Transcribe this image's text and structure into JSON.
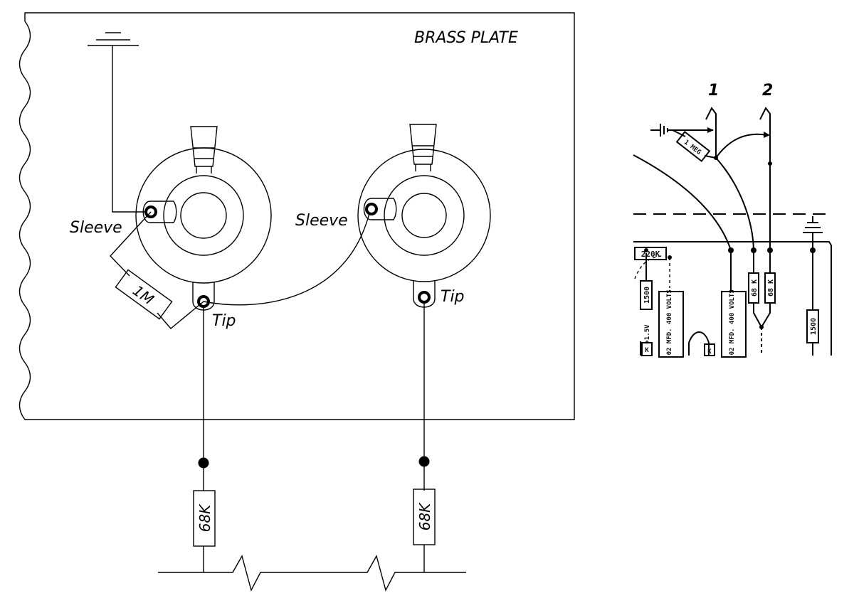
{
  "left_diagram": {
    "plate_label": "BRASS PLATE",
    "jack1": {
      "sleeve_label": "Sleeve",
      "tip_label": "Tip"
    },
    "jack2": {
      "sleeve_label": "Sleeve",
      "tip_label": "Tip"
    },
    "resistor_1m": "1M",
    "resistor_68k_a": "68K",
    "resistor_68k_b": "68K"
  },
  "schematic_excerpt": {
    "jack_1": "1",
    "jack_2": "2",
    "r_1meg": "1 MEG",
    "r_220k": "220K",
    "r_1500_left": "1500",
    "r_68k_a": "68 K",
    "r_68k_b": "68 K",
    "r_1500_right": "1500",
    "cap_left": ".02 MFD. 400 VOLTS",
    "cap_right": ".02 MFD. 400 VOLTS",
    "supply": "+1.5V",
    "k_left": "K",
    "k_mid": "K"
  }
}
